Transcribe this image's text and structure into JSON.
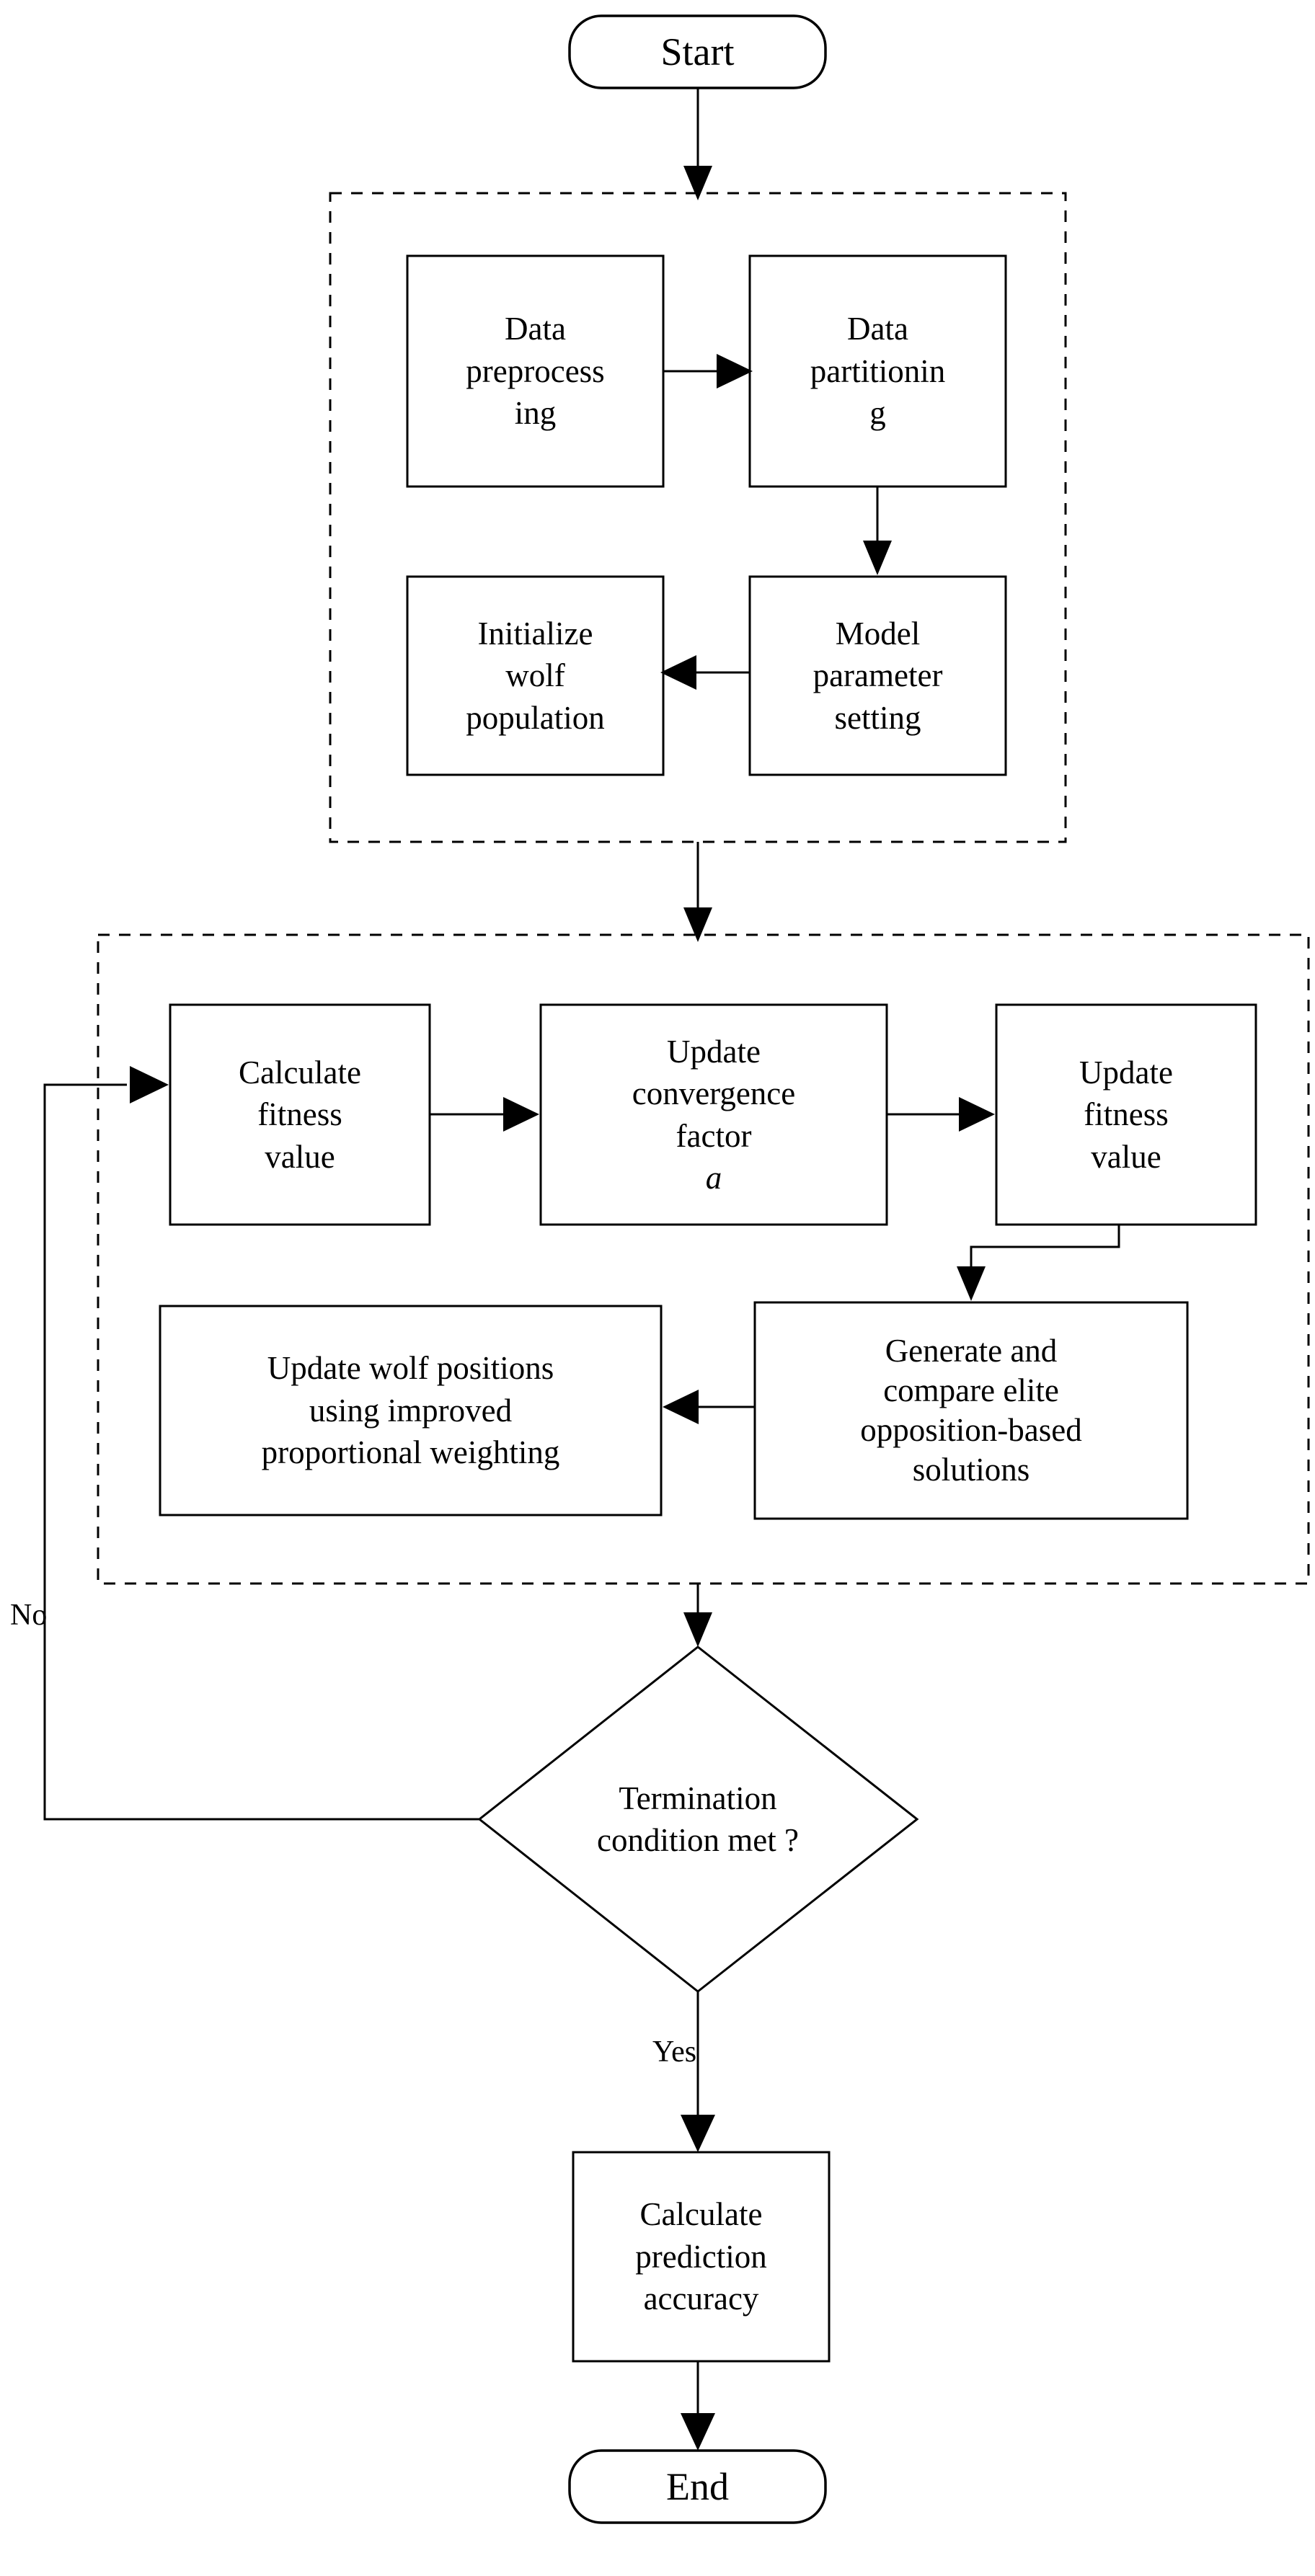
{
  "diagram": {
    "title": "Improved Grey Wolf Optimizer prediction workflow flowchart",
    "type": "flowchart",
    "background_color": "#ffffff",
    "line_color": "#000000"
  },
  "nodes": {
    "start": {
      "label": "Start",
      "shape": "terminator"
    },
    "data_preprocessing": {
      "label": "Data\npreprocess\ning",
      "shape": "process"
    },
    "data_partitioning": {
      "label": "Data\npartitionin\ng",
      "shape": "process"
    },
    "model_parameter_setting": {
      "label": "Model\nparameter\nsetting",
      "shape": "process"
    },
    "initialize_wolf_population": {
      "label": "Initialize\nwolf\npopulation",
      "shape": "process"
    },
    "calculate_fitness_value": {
      "label": "Calculate\nfitness\nvalue",
      "shape": "process"
    },
    "update_convergence_factor": {
      "label": "Update\nconvergence\nfactor",
      "variable": "a",
      "shape": "process"
    },
    "update_fitness_value": {
      "label": "Update\nfitness\nvalue",
      "shape": "process"
    },
    "generate_compare_elite": {
      "label": "Generate and\ncompare elite\nopposition-based\nsolutions",
      "shape": "process"
    },
    "update_wolf_positions": {
      "label": "Update wolf positions\nusing improved\nproportional weighting",
      "shape": "process"
    },
    "termination_condition": {
      "label": "Termination\ncondition met ?",
      "shape": "decision"
    },
    "calculate_prediction_accuracy": {
      "label": "Calculate\nprediction\naccuracy",
      "shape": "process"
    },
    "end": {
      "label": "End",
      "shape": "terminator"
    }
  },
  "edge_labels": {
    "no": "No",
    "yes": "Yes"
  },
  "groups": {
    "data_preparation": {
      "style": "dashed"
    },
    "optimization_loop": {
      "style": "dashed"
    }
  }
}
